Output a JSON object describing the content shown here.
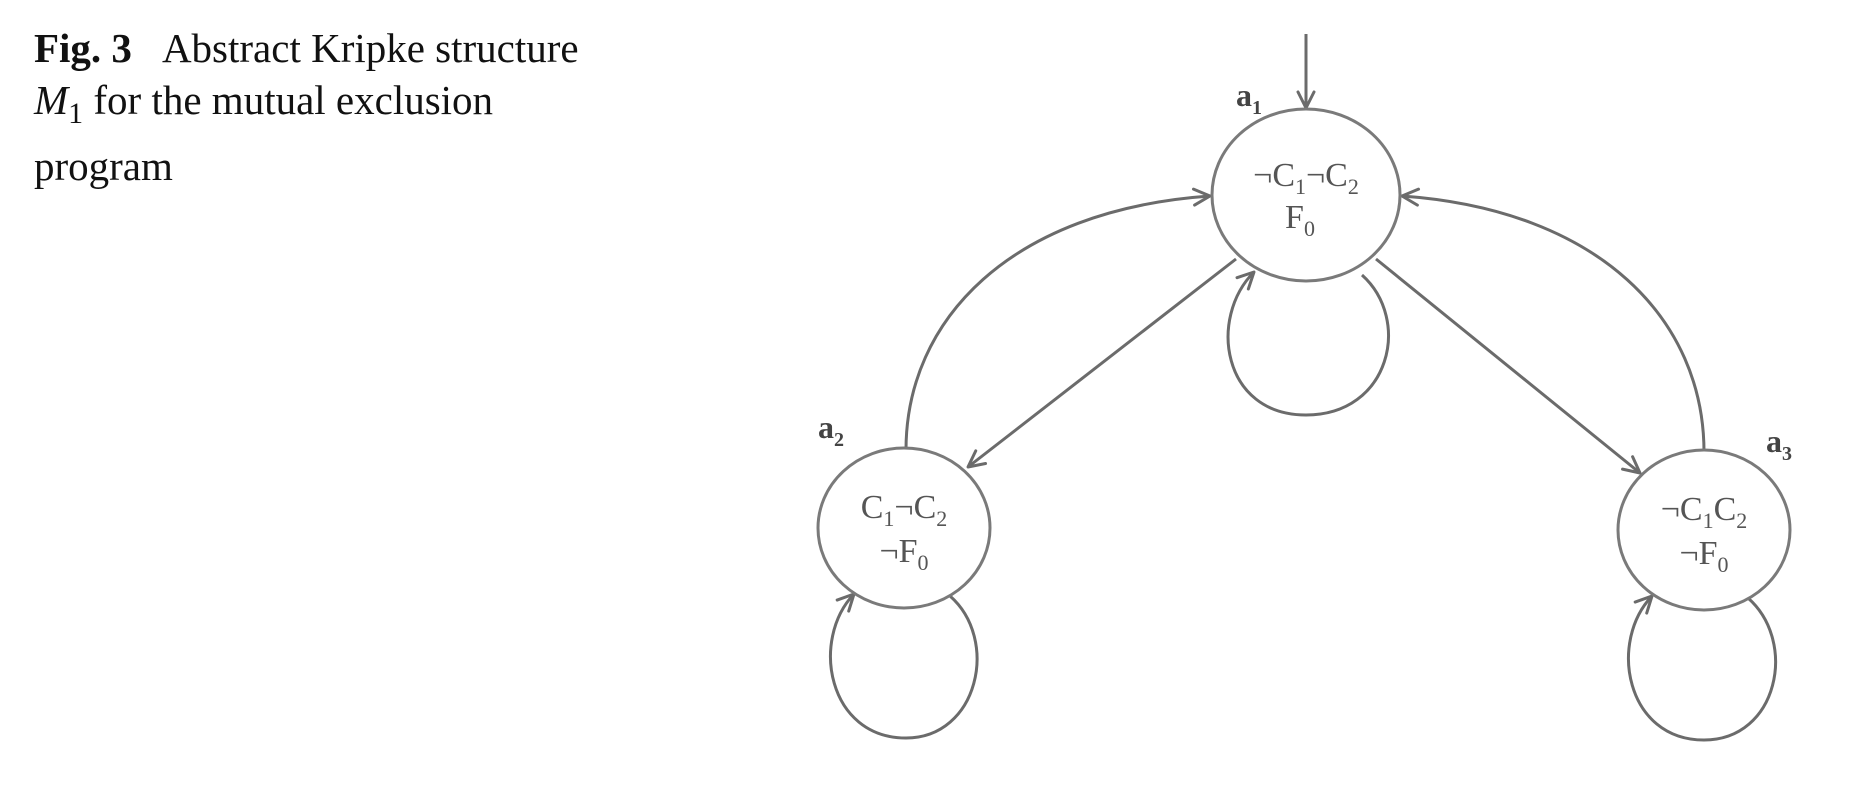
{
  "caption": {
    "fig_label": "Fig. 3",
    "text_before": "Abstract Kripke structure",
    "symbol": "M",
    "symbol_sub": "1",
    "text_after": "for the mutual exclusion program"
  },
  "diagram": {
    "initial_state": "a1",
    "states": [
      {
        "id": "a1",
        "name": "a",
        "sub": "1",
        "line1": [
          "¬C",
          "1",
          "¬C",
          "2"
        ],
        "line2": [
          "F",
          "0"
        ]
      },
      {
        "id": "a2",
        "name": "a",
        "sub": "2",
        "line1": [
          "C",
          "1",
          "¬C",
          "2"
        ],
        "line2": [
          "¬F",
          "0"
        ]
      },
      {
        "id": "a3",
        "name": "a",
        "sub": "3",
        "line1": [
          "¬C",
          "1",
          "C",
          "2"
        ],
        "line2": [
          "¬F",
          "0"
        ]
      }
    ],
    "transitions": [
      {
        "from": "a1",
        "to": "a1"
      },
      {
        "from": "a1",
        "to": "a2"
      },
      {
        "from": "a1",
        "to": "a3"
      },
      {
        "from": "a2",
        "to": "a1"
      },
      {
        "from": "a3",
        "to": "a1"
      },
      {
        "from": "a2",
        "to": "a2"
      },
      {
        "from": "a3",
        "to": "a3"
      }
    ],
    "colors": {
      "stroke": "#6b6b6b",
      "text": "#555555"
    }
  }
}
